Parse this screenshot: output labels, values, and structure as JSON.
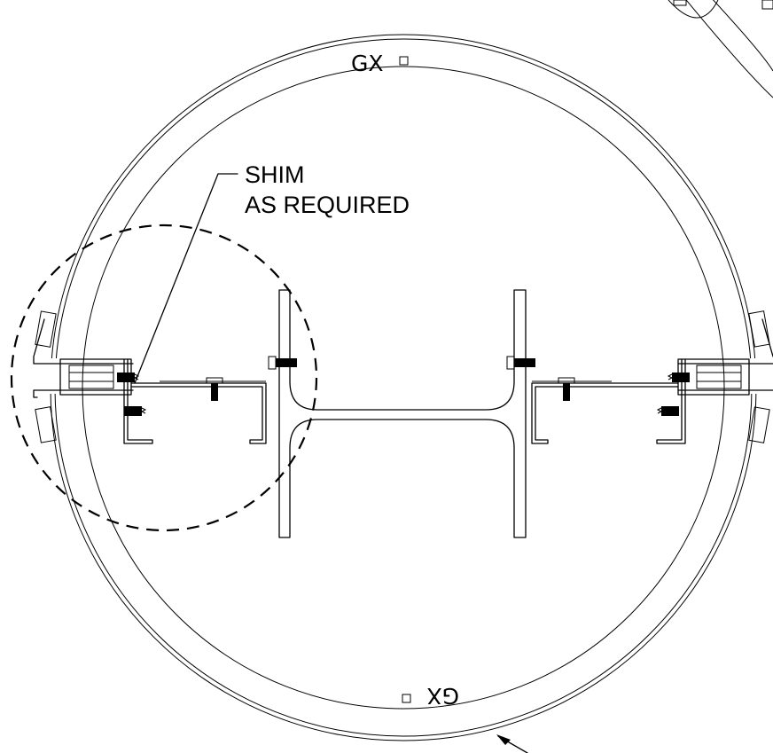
{
  "labels": {
    "callout_line1": "SHIM",
    "callout_line2": "AS REQUIRED",
    "top_mark": "GX",
    "bottom_mark": "GX"
  }
}
